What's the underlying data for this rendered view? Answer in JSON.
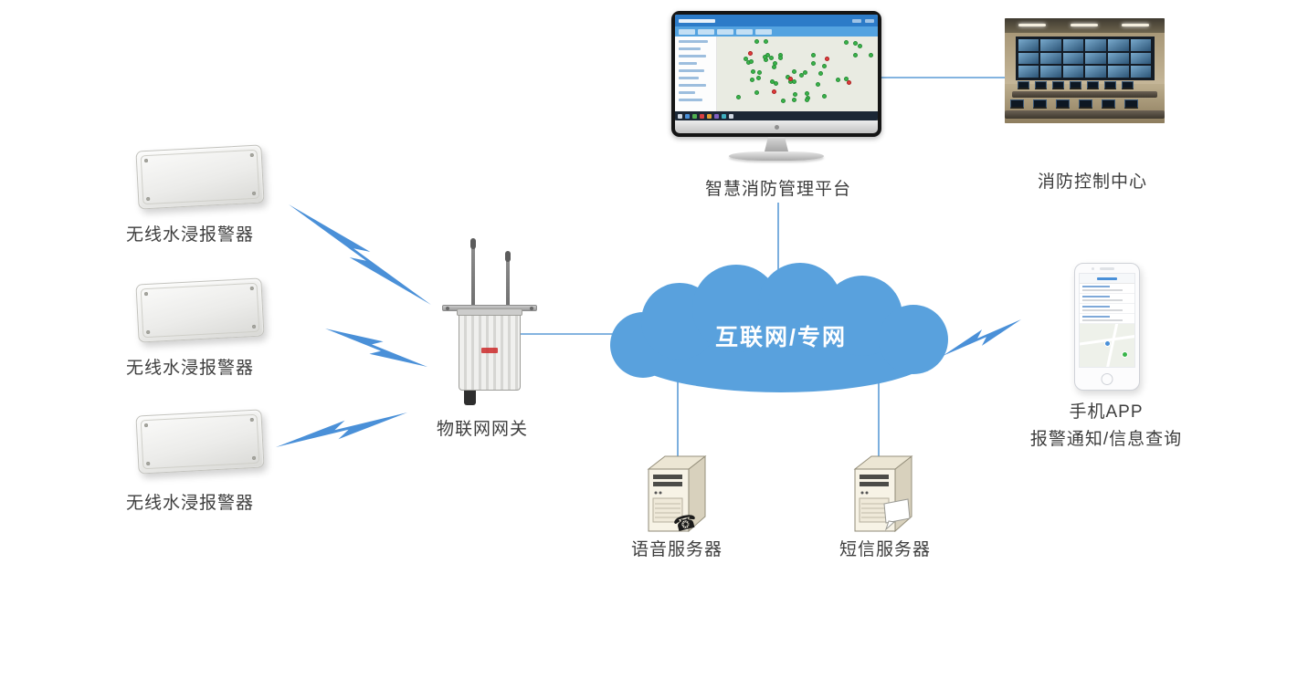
{
  "nodes": {
    "sensor1": {
      "label": "无线水浸报警器"
    },
    "sensor2": {
      "label": "无线水浸报警器"
    },
    "sensor3": {
      "label": "无线水浸报警器"
    },
    "gateway": {
      "label": "物联网网关"
    },
    "cloud": {
      "label": "互联网/专网"
    },
    "platform": {
      "label": "智慧消防管理平台"
    },
    "control_center": {
      "label": "消防控制中心"
    },
    "voice_server": {
      "label": "语音服务器"
    },
    "sms_server": {
      "label": "短信服务器"
    },
    "mobile_app": {
      "label": "手机APP",
      "sublabel": "报警通知/信息查询"
    }
  },
  "icons": {
    "handset": "☎"
  },
  "colors": {
    "connector_blue": "#5b9bd5",
    "bolt_blue": "#4a90d8",
    "cloud_blue": "#59a1dd",
    "marker_green": "#39b54a",
    "marker_red": "#e23c3c",
    "label_text": "#3d3d3d"
  }
}
